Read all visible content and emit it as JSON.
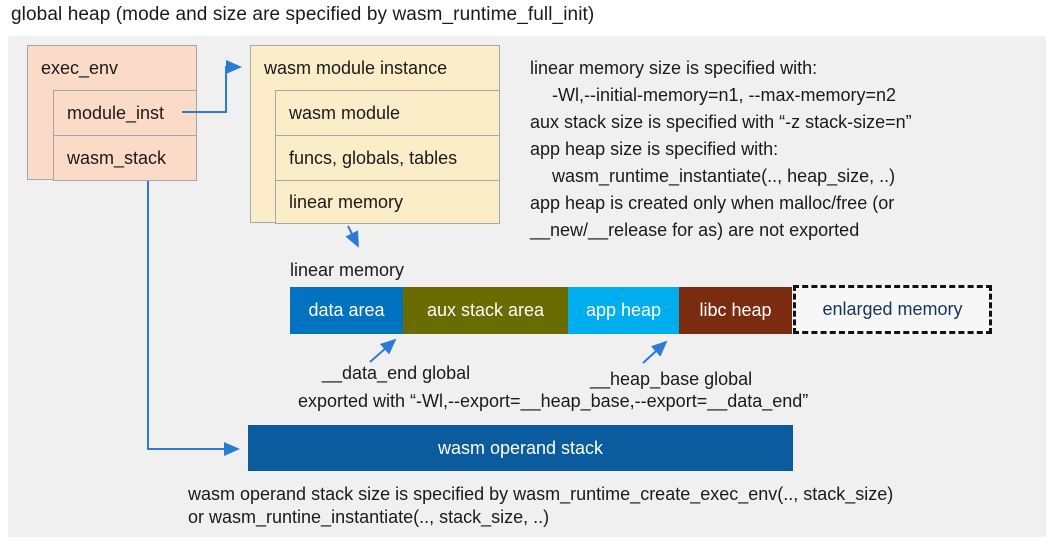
{
  "title": "global heap (mode and size are specified by wasm_runtime_full_init)",
  "exec_env": {
    "header": "exec_env",
    "rows": [
      "module_inst",
      "wasm_stack"
    ]
  },
  "module_instance": {
    "header": "wasm module instance",
    "rows": [
      "wasm module",
      "funcs, globals, tables",
      "linear memory"
    ]
  },
  "notes_right": [
    "linear memory size is specified with:",
    "-Wl,--initial-memory=n1, --max-memory=n2",
    "aux stack size is specified with “-z stack-size=n”",
    "app heap size is specified with:",
    "wasm_runtime_instantiate(.., heap_size, ..)",
    "app heap is created only when malloc/free (or",
    "__new/__release for as) are not exported"
  ],
  "linear_memory": {
    "label": "linear memory",
    "segments": [
      {
        "label": "data area",
        "color": "#0072bf"
      },
      {
        "label": "aux stack area",
        "color": "#6a6b00"
      },
      {
        "label": "app heap",
        "color": "#00aeef"
      },
      {
        "label": "libc heap",
        "color": "#7b2b10"
      },
      {
        "label": "enlarged memory",
        "color": "#f7f7f7"
      }
    ]
  },
  "annotations": {
    "data_end": "__data_end global",
    "heap_base": "__heap_base global",
    "exported": "exported with “-Wl,--export=__heap_base,--export=__data_end”"
  },
  "operand_stack": {
    "label": "wasm operand stack"
  },
  "notes_bottom": [
    "wasm operand stack size is specified by wasm_runtime_create_exec_env(.., stack_size)",
    "or wasm_runtine_instantiate(.., stack_size, ..)"
  ],
  "colors": {
    "panel_background": "#f0f0f0",
    "box_salmon": "#fbdac8",
    "box_cream": "#fcedc9",
    "box_border": "#a6a6a6",
    "data_area": "#0072bf",
    "aux_stack_area": "#6a6b00",
    "app_heap": "#00aeef",
    "libc_heap": "#7b2b10",
    "operand_stack": "#0a5c9e",
    "enlarged_text": "#16325d",
    "connector_blue": "#2b7bd6"
  }
}
